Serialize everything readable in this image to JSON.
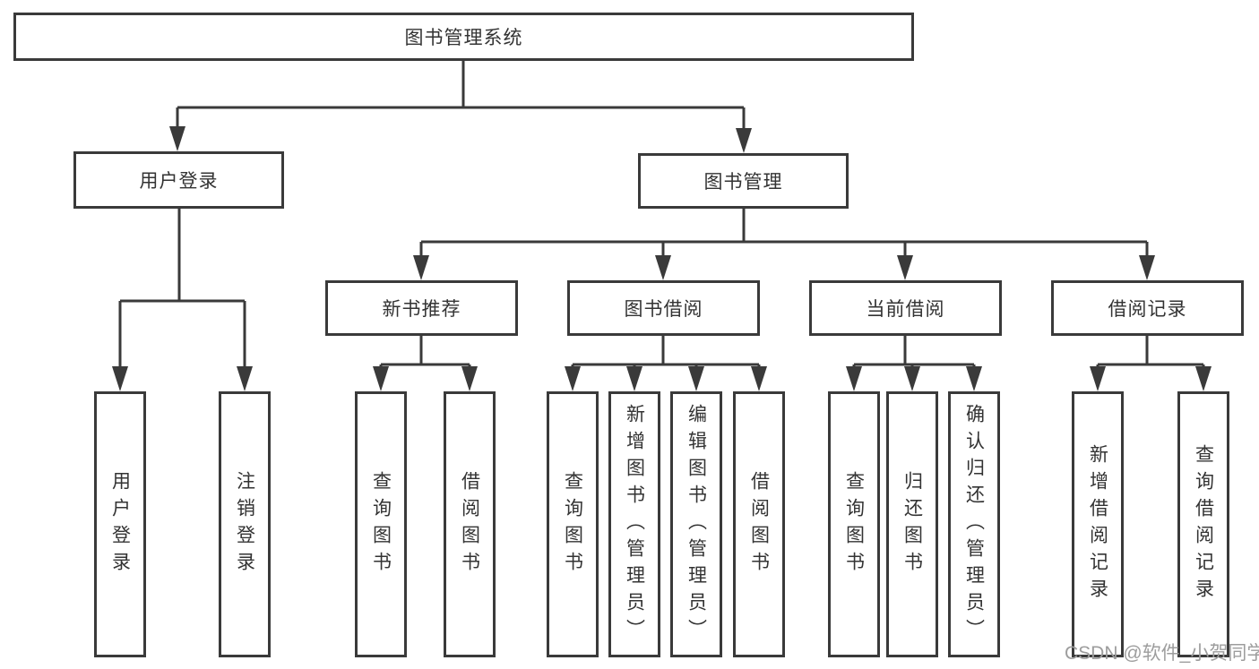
{
  "colors": {
    "line": "#3a3a3a",
    "box_border": "#3a3a3a",
    "box_bg": "#ffffff",
    "text": "#333333",
    "watermark": "#9d9d9d"
  },
  "tree": {
    "root": "图书管理系统",
    "branches": [
      {
        "label": "用户登录",
        "children": [
          "用户登录",
          "注销登录"
        ]
      },
      {
        "label": "图书管理",
        "groups": [
          {
            "label": "新书推荐",
            "children": [
              "查询图书",
              "借阅图书"
            ]
          },
          {
            "label": "图书借阅",
            "children": [
              "查询图书",
              "新增图书（管理员）",
              "编辑图书（管理员）",
              "借阅图书"
            ]
          },
          {
            "label": "当前借阅",
            "children": [
              "查询图书",
              "归还图书",
              "确认归还（管理员）"
            ]
          },
          {
            "label": "借阅记录",
            "children": [
              "新增借阅记录",
              "查询借阅记录"
            ]
          }
        ]
      }
    ]
  },
  "watermark": "CSDN @软件_小贺同学"
}
